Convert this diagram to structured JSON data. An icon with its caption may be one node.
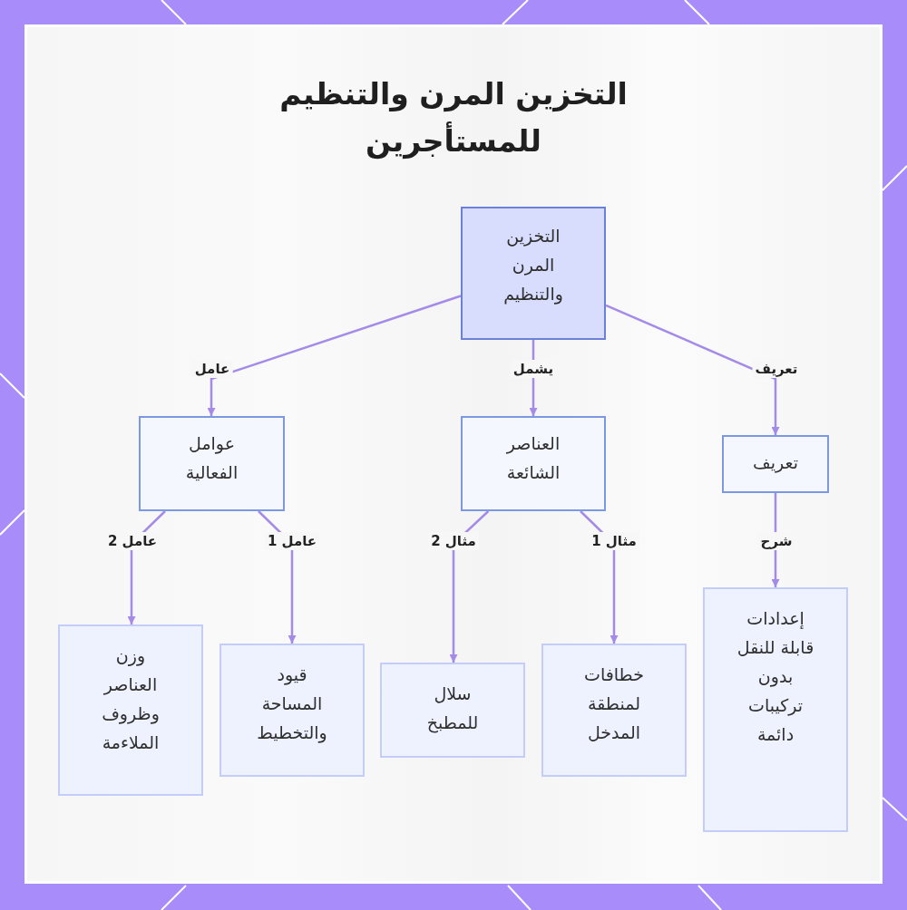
{
  "diagram": {
    "title": "التخزين المرن والتنظيم للمستأجرين",
    "nodes": [
      {
        "text": [
          "التخزين المرن والتنظيم"
        ]
      },
      {
        "text": [
          "تعريف"
        ]
      },
      {
        "text": [
          "العناصر الشائعة"
        ]
      },
      {
        "text": [
          "عوامل الفعالية"
        ]
      },
      {
        "text": [
          "إعدادات قابلة للنقل بدون تركيبات دائمة"
        ]
      },
      {
        "text": [
          "خطافات لمنطقة المدخل"
        ]
      },
      {
        "text": [
          "سلال للمطبخ"
        ]
      },
      {
        "text": [
          "قيود المساحة والتخطيط"
        ]
      },
      {
        "text": [
          "وزن العناصر وظروف الملاءمة"
        ]
      }
    ],
    "edges": [
      {
        "from": 0,
        "to": 1,
        "arrow": "to",
        "label": "تعريف"
      },
      {
        "from": 0,
        "to": 2,
        "arrow": "to",
        "label": "يشمل"
      },
      {
        "from": 0,
        "to": 3,
        "arrow": "to",
        "label": "عامل"
      },
      {
        "from": 1,
        "to": 4,
        "arrow": "to",
        "label": "شرح"
      },
      {
        "from": 2,
        "to": 5,
        "arrow": "to",
        "label": "مثال 1"
      },
      {
        "from": 2,
        "to": 6,
        "arrow": "to",
        "label": "مثال 2"
      },
      {
        "from": 3,
        "to": 7,
        "arrow": "to",
        "label": "عامل 1"
      },
      {
        "from": 3,
        "to": 8,
        "arrow": "to",
        "label": "عامل 2"
      }
    ]
  }
}
